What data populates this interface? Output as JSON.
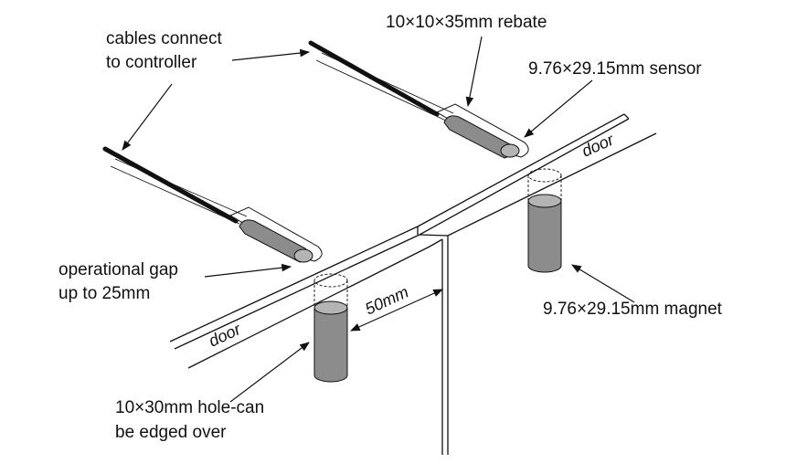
{
  "colors": {
    "line": "#111111",
    "cylinder_fill": "#8c8c8c",
    "cylinder_top": "#b4b4b4",
    "background": "#ffffff"
  },
  "labels": {
    "cables": [
      "cables connect",
      "to controller"
    ],
    "rebate": "10×10×35mm rebate",
    "sensor": "9.76×29.15mm sensor",
    "gap": [
      "operational gap",
      "up to 25mm"
    ],
    "magnet": "9.76×29.15mm magnet",
    "hole": [
      "10×30mm hole-can",
      "be edged over"
    ],
    "door_right": "door",
    "door_left": "door",
    "spacing": "50mm"
  }
}
